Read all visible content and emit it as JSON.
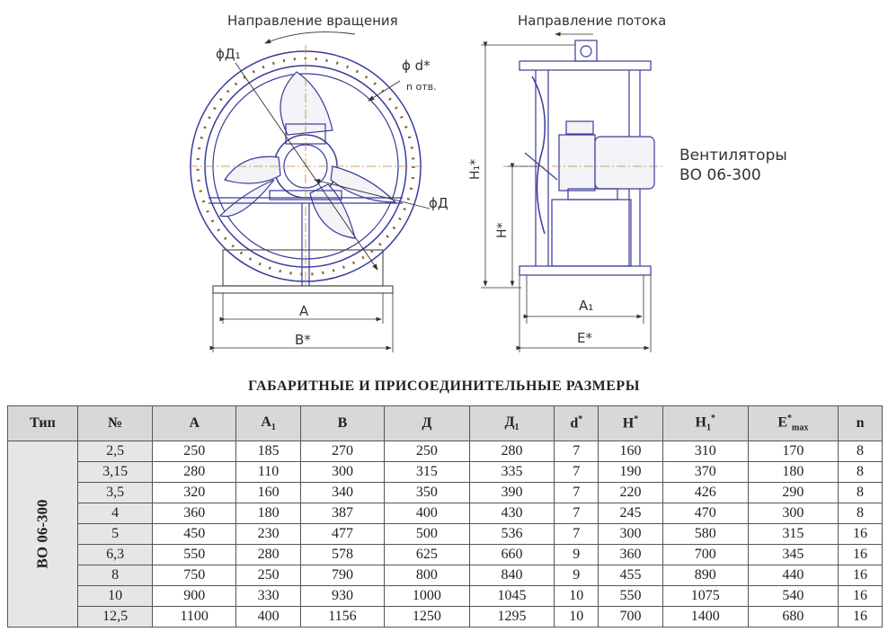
{
  "drawing": {
    "rotation_label": "Направление вращения",
    "flow_label": "Направление потока",
    "phi_d1": "ϕД₁",
    "phi_d_star": "ϕ d*",
    "n_holes": "n отв.",
    "phi_d": "ϕД",
    "dim_a": "A",
    "dim_b": "B*",
    "dim_h1": "H₁*",
    "dim_h": "H*",
    "dim_a1": "A₁",
    "dim_e": "E*",
    "fan_title_line1": "Вентиляторы",
    "fan_title_line2": "ВО 06-300"
  },
  "caption": "ГАБАРИТНЫЕ И ПРИСОЕДИНИТЕЛЬНЫЕ РАЗМЕРЫ",
  "table": {
    "headers": {
      "type": "Тип",
      "no": "№",
      "a": "A",
      "a1_base": "A",
      "a1_sub": "1",
      "b": "B",
      "d": "Д",
      "d1_base": "Д",
      "d1_sub": "1",
      "dstar_base": "d",
      "dstar_sup": "*",
      "h_base": "H",
      "h_sup": "*",
      "h1_base": "H",
      "h1_sub": "1",
      "h1_sup": "*",
      "e_base": "E",
      "e_sup": "*",
      "e_sub": "max",
      "n": "n"
    },
    "type_value": "ВО 06-300",
    "rows": [
      [
        "2,5",
        "250",
        "185",
        "270",
        "250",
        "280",
        "7",
        "160",
        "310",
        "170",
        "8"
      ],
      [
        "3,15",
        "280",
        "110",
        "300",
        "315",
        "335",
        "7",
        "190",
        "370",
        "180",
        "8"
      ],
      [
        "3,5",
        "320",
        "160",
        "340",
        "350",
        "390",
        "7",
        "220",
        "426",
        "290",
        "8"
      ],
      [
        "4",
        "360",
        "180",
        "387",
        "400",
        "430",
        "7",
        "245",
        "470",
        "300",
        "8"
      ],
      [
        "5",
        "450",
        "230",
        "477",
        "500",
        "536",
        "7",
        "300",
        "580",
        "315",
        "16"
      ],
      [
        "6,3",
        "550",
        "280",
        "578",
        "625",
        "660",
        "9",
        "360",
        "700",
        "345",
        "16"
      ],
      [
        "8",
        "750",
        "250",
        "790",
        "800",
        "840",
        "9",
        "455",
        "890",
        "440",
        "16"
      ],
      [
        "10",
        "900",
        "330",
        "930",
        "1000",
        "1045",
        "10",
        "550",
        "1075",
        "540",
        "16"
      ],
      [
        "12,5",
        "1100",
        "400",
        "1156",
        "1250",
        "1295",
        "10",
        "700",
        "1400",
        "680",
        "16"
      ]
    ]
  }
}
